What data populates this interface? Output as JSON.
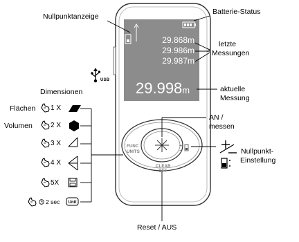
{
  "labels": {
    "zero_point_display": "Nullpunktanzeige",
    "battery_status": "Batterie-Status",
    "last_measurements": [
      "letzte",
      "Messungen"
    ],
    "current_measurement": [
      "aktuelle",
      "Messung"
    ],
    "on_measure": [
      "AN /",
      "messen"
    ],
    "zero_point_setting": [
      "Nullpunkt-",
      "Einstellung"
    ],
    "reset_off": "Reset / AUS",
    "dimensions_title": "Dimensionen"
  },
  "display": {
    "history": [
      "29.868m",
      "29.986m",
      "29.987m"
    ],
    "current_value": "29.998",
    "current_unit": "m"
  },
  "device_buttons": {
    "func": "FUNC",
    "units": "UNITS",
    "clear": "CLEAR",
    "off": "OFF"
  },
  "usb_label": "USB",
  "dimensions": [
    {
      "name": "Flächen",
      "count": "1 X",
      "icon": "parallelogram-icon"
    },
    {
      "name": "Volumen",
      "count": "2 X",
      "icon": "hexagon-icon"
    },
    {
      "name": "",
      "count": "3 X",
      "icon": "triangle-indirect-icon"
    },
    {
      "name": "",
      "count": "4 X",
      "icon": "double-triangle-icon"
    },
    {
      "name": "",
      "count": "5X",
      "icon": "save-icon"
    },
    {
      "name": "",
      "count": "2 sec",
      "icon": "unit-button-icon"
    }
  ],
  "colors": {
    "screen": "#8c8c8c",
    "device_outline": "#333333",
    "line": "#000000"
  }
}
